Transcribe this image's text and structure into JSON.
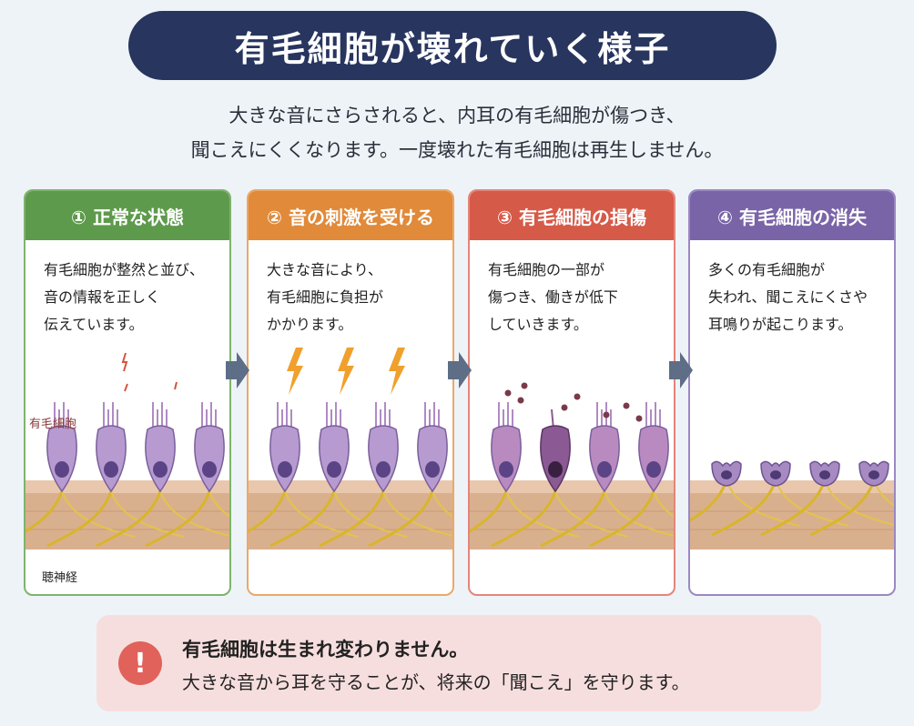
{
  "title": "有毛細胞が壊れていく様子",
  "subtitle": {
    "line1": "大きな音にさらされると、内耳の有毛細胞が傷つき、",
    "line2": "聞こえにくくなります。一度壊れた有毛細胞は再生しません。"
  },
  "stages": [
    {
      "heading": "① 正常な状態",
      "color": "#5e9a4c",
      "border": "#7fb36c",
      "text": "有毛細胞が整然と並び、\n音の情報を正しく\n伝えています。"
    },
    {
      "heading": "② 音の刺激を受ける",
      "color": "#e08a3a",
      "border": "#eba867",
      "text": "大きな音により、\n有毛細胞に負担が\nかかります。"
    },
    {
      "heading": "③ 有毛細胞の損傷",
      "color": "#d65a48",
      "border": "#e5857a",
      "text": "有毛細胞の一部が\n傷つき、働きが低下\nしていきます。"
    },
    {
      "heading": "④ 有毛細胞の消失",
      "color": "#7a64a8",
      "border": "#9b88c2",
      "text": "多くの有毛細胞が\n失われ、聞こえにくさや\n耳鳴りが起こります。"
    }
  ],
  "labels": {
    "hair_cell": "有毛細胞",
    "nerve": "聴神経"
  },
  "callout": {
    "icon": "!",
    "line1": "有毛細胞は生まれ変わりません。",
    "line2": "大きな音から耳を守ることが、将来の「聞こえ」を守ります。"
  },
  "colors": {
    "title_bg": "#27355f",
    "callout_bg": "#f7dede",
    "warning": "#e0625a"
  }
}
